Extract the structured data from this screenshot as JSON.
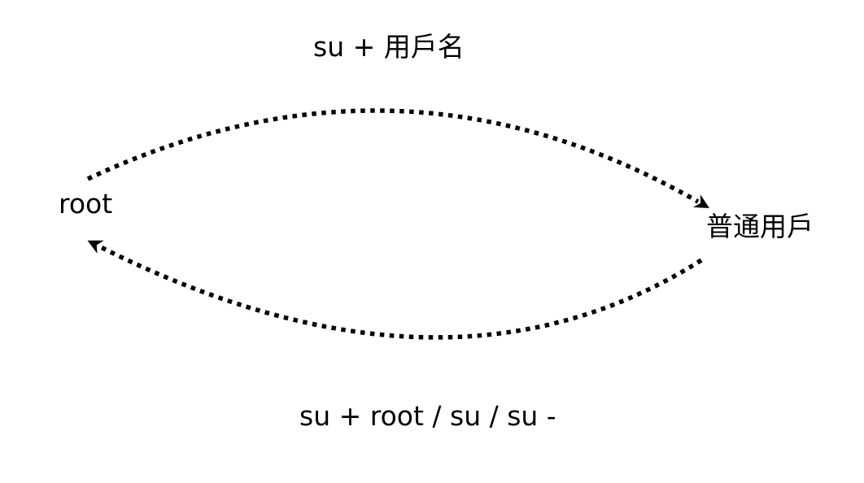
{
  "diagram": {
    "background": "#ffffff",
    "arrow_color": "#000000",
    "text_color": "#000000",
    "nodes": {
      "left": {
        "label": "root"
      },
      "right": {
        "label": "普通用戶"
      }
    },
    "edges": {
      "top": {
        "label": "su + 用戶名",
        "from": "root",
        "to": "普通用戶",
        "style": "dotted-arc-arrow"
      },
      "bottom": {
        "label": "su + root / su / su -",
        "from": "普通用戶",
        "to": "root",
        "style": "dotted-arc-arrow"
      }
    }
  }
}
